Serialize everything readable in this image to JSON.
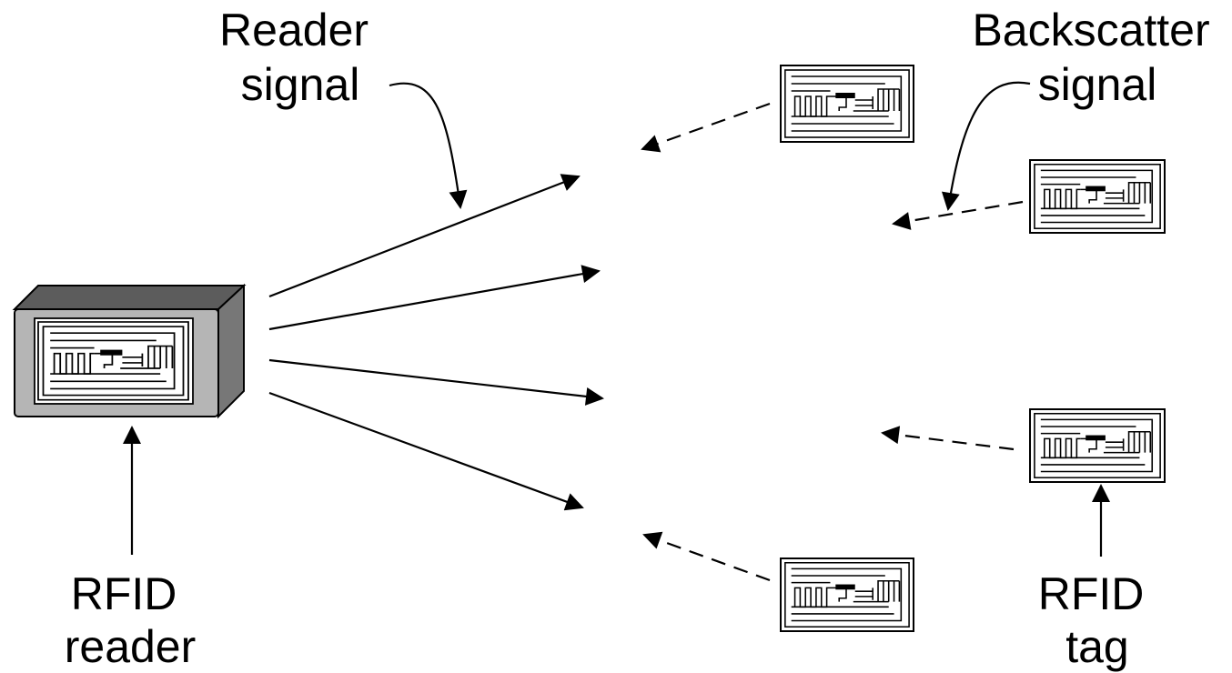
{
  "labels": {
    "reader_signal": [
      "Reader",
      "signal"
    ],
    "backscatter_signal": [
      "Backscatter",
      "signal"
    ],
    "rfid_reader": [
      "RFID",
      "reader"
    ],
    "rfid_tag": [
      "RFID",
      "tag"
    ]
  },
  "colors": {
    "ink": "#000000",
    "reader_face": "#b5b5b5",
    "reader_top": "#5c5c5c",
    "reader_side": "#777777",
    "background": "#ffffff"
  },
  "elements": {
    "reader_device": "rfid-reader-device",
    "tags": [
      "rfid-tag",
      "rfid-tag",
      "rfid-tag",
      "rfid-tag"
    ],
    "reader_signals": 4,
    "backscatter_signals": 4
  }
}
